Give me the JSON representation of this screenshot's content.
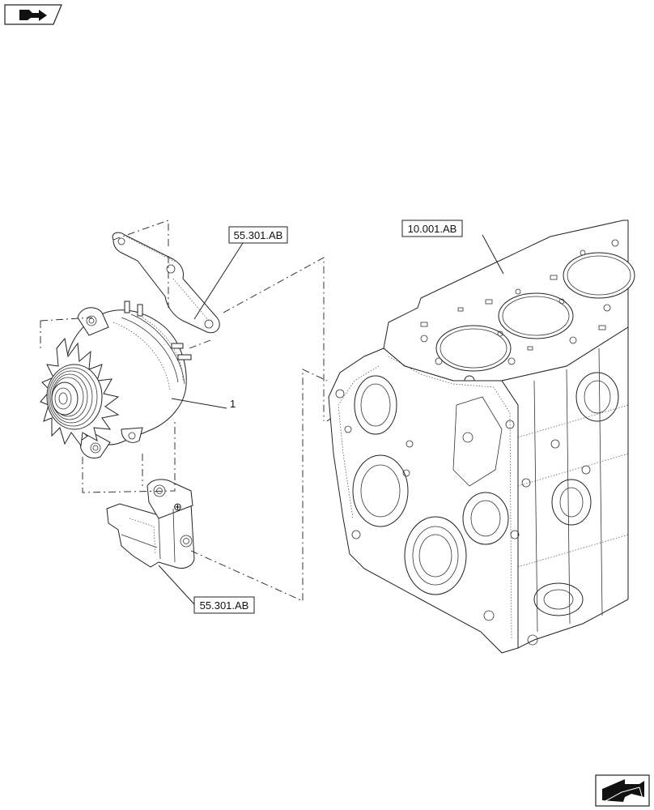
{
  "callouts": {
    "bracket_upper": "55.301.AB",
    "bracket_lower": "55.301.AB",
    "engine_block": "10.001.AB",
    "item_number": "1"
  },
  "icons": {
    "top_left": "book-arrow-icon",
    "bottom_right": "next-page-arrow-icon"
  }
}
